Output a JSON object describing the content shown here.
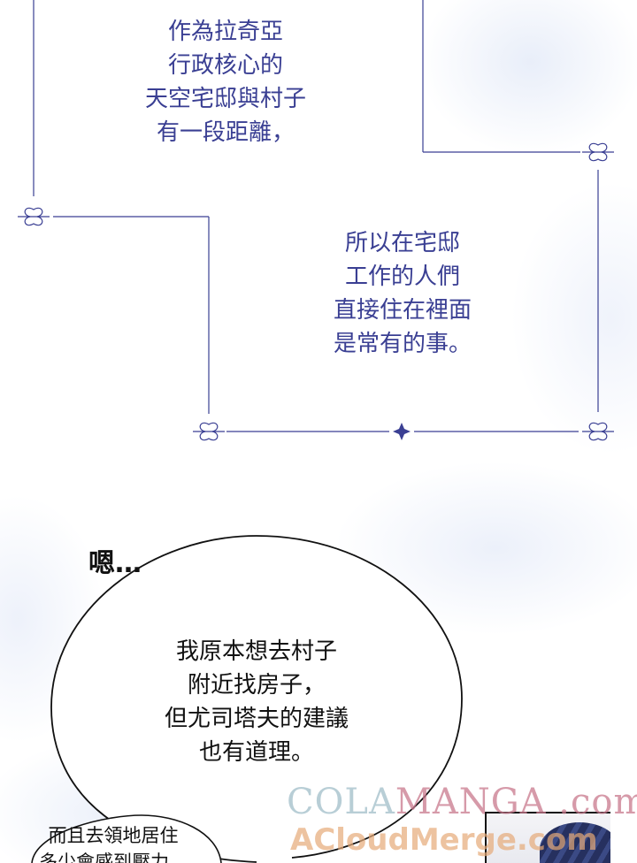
{
  "caption_top": {
    "lines": [
      "作為拉奇亞",
      "行政核心的",
      "天空宅邸與村子",
      "有一段距離，"
    ]
  },
  "caption_middle": {
    "lines": [
      "所以在宅邸",
      "工作的人們",
      "直接住在裡面",
      "是常有的事。"
    ]
  },
  "exclamation": "嗯…",
  "speech_bubble": {
    "lines": [
      "我原本想去村子",
      "附近找房子，",
      "但尤司塔夫的建議",
      "也有道理。"
    ]
  },
  "bottom_bubble": {
    "lines": [
      "而且去領地居住",
      "多少會感到壓力。"
    ]
  },
  "watermark": {
    "line1_part1": "COLA",
    "line1_part2": "MANGA",
    "line1_part3": " .com",
    "line2": "ACloudMerge.com"
  },
  "colors": {
    "caption_text": "#3a3f93",
    "frame_line": "#3a3f93",
    "bubble_outline": "#111111"
  }
}
